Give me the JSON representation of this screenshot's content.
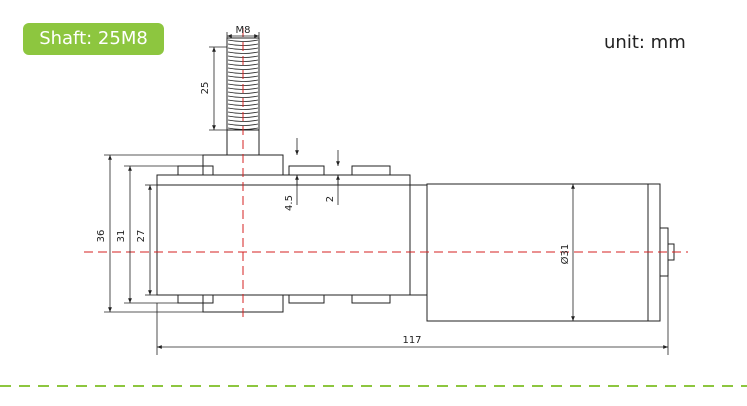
{
  "badge": {
    "label": "Shaft: 25M8"
  },
  "unit_label": "unit: mm",
  "dimensions": {
    "thread": "M8",
    "shaft_length": "25",
    "height_outer": "36",
    "height_mid": "31",
    "height_inner": "27",
    "flange_thickness": "4.5",
    "mount_offset": "2",
    "motor_diameter": "Ø31",
    "overall_length": "117"
  },
  "colors": {
    "accent_green": "#8dc63f",
    "centerline_red": "#d42020",
    "line_black": "#222222"
  }
}
